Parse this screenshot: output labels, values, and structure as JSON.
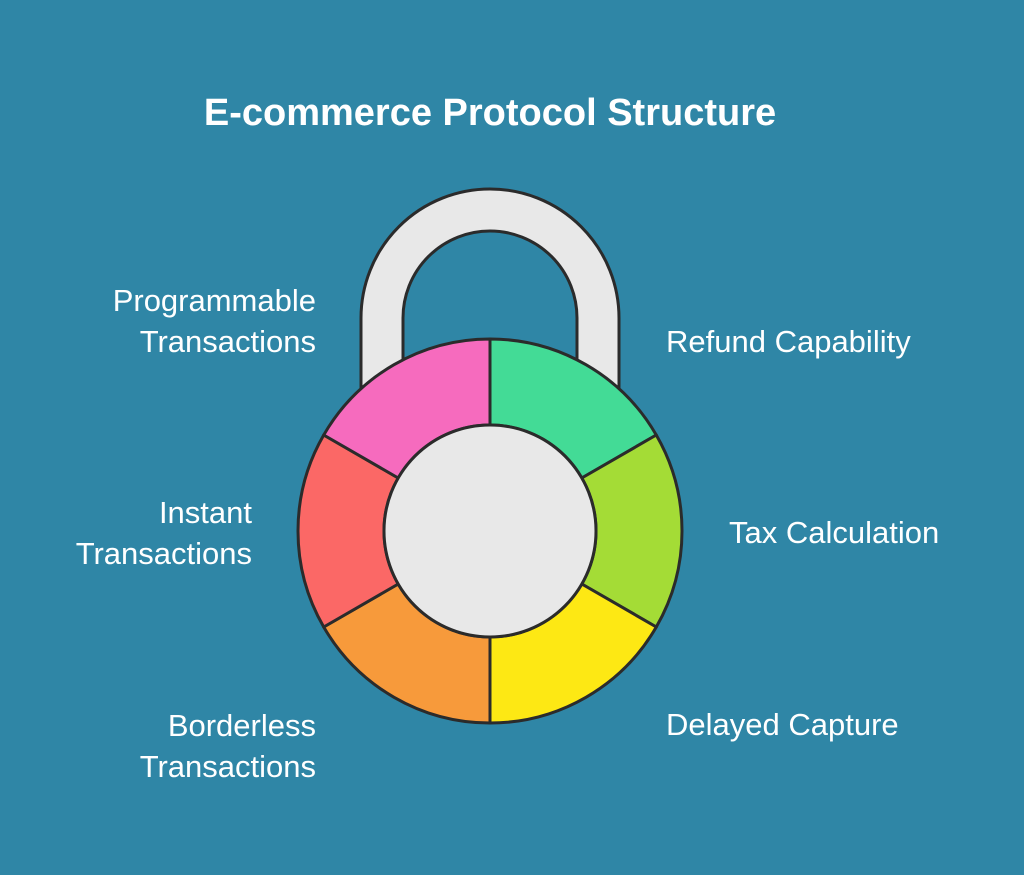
{
  "title": "E-commerce Protocol Structure",
  "segments": [
    {
      "id": "refund",
      "label": "Refund Capability",
      "color": "#43db96"
    },
    {
      "id": "tax",
      "label": "Tax Calculation",
      "color": "#a4dc36"
    },
    {
      "id": "delayed",
      "label": "Delayed Capture",
      "color": "#fde814"
    },
    {
      "id": "borderless",
      "label": "Borderless Transactions",
      "color": "#f79a3b"
    },
    {
      "id": "instant",
      "label": "Instant Transactions",
      "color": "#fb6866"
    },
    {
      "id": "programmable",
      "label": "Programmable Transactions",
      "color": "#f66bbe"
    }
  ],
  "labels": {
    "programmable": [
      "Programmable",
      "Transactions"
    ],
    "instant": [
      "Instant",
      "Transactions"
    ],
    "borderless": [
      "Borderless",
      "Transactions"
    ],
    "refund": [
      "Refund Capability"
    ],
    "tax": [
      "Tax Calculation"
    ],
    "delayed": [
      "Delayed Capture"
    ]
  },
  "colors": {
    "background": "#2f86a6",
    "shackle": "#e8e8e8",
    "center": "#e8e8e8",
    "outline": "#2b2b2b",
    "text": "#ffffff"
  }
}
